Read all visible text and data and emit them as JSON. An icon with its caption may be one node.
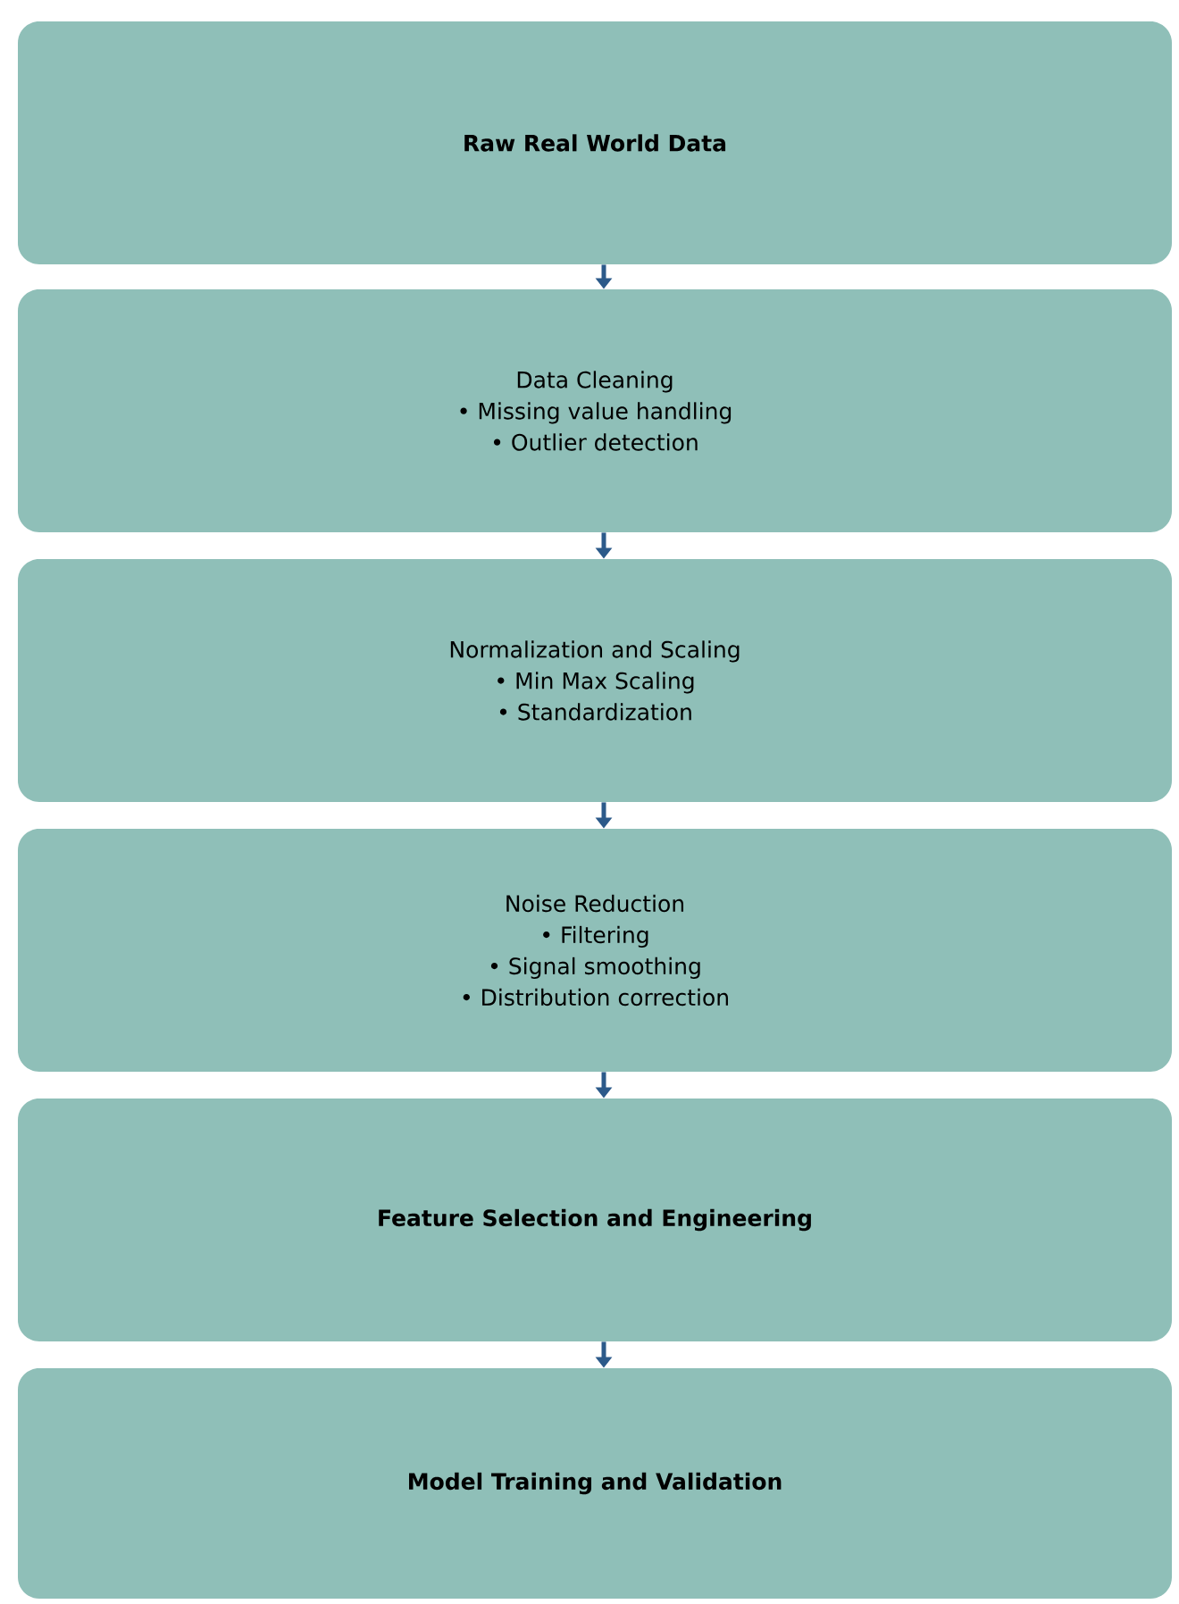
{
  "diagram": {
    "nodes": [
      {
        "text": [
          "Raw Real World Data"
        ]
      },
      {
        "text": [
          "Data Cleaning",
          "• Missing value handling",
          "• Outlier detection"
        ]
      },
      {
        "text": [
          "Normalization and Scaling",
          "• Min Max Scaling",
          "• Standardization"
        ]
      },
      {
        "text": [
          "Noise Reduction",
          "• Filtering",
          "• Signal smoothing",
          "• Distribution correction"
        ]
      },
      {
        "text": [
          "Feature Selection and Engineering"
        ]
      },
      {
        "text": [
          "Model Training and Validation"
        ]
      }
    ],
    "edges": [
      {
        "from": 0,
        "to": 1,
        "arrow": "to"
      },
      {
        "from": 1,
        "to": 2,
        "arrow": "to"
      },
      {
        "from": 2,
        "to": 3,
        "arrow": "to"
      },
      {
        "from": 3,
        "to": 4,
        "arrow": "to"
      },
      {
        "from": 4,
        "to": 5,
        "arrow": "to"
      }
    ]
  }
}
